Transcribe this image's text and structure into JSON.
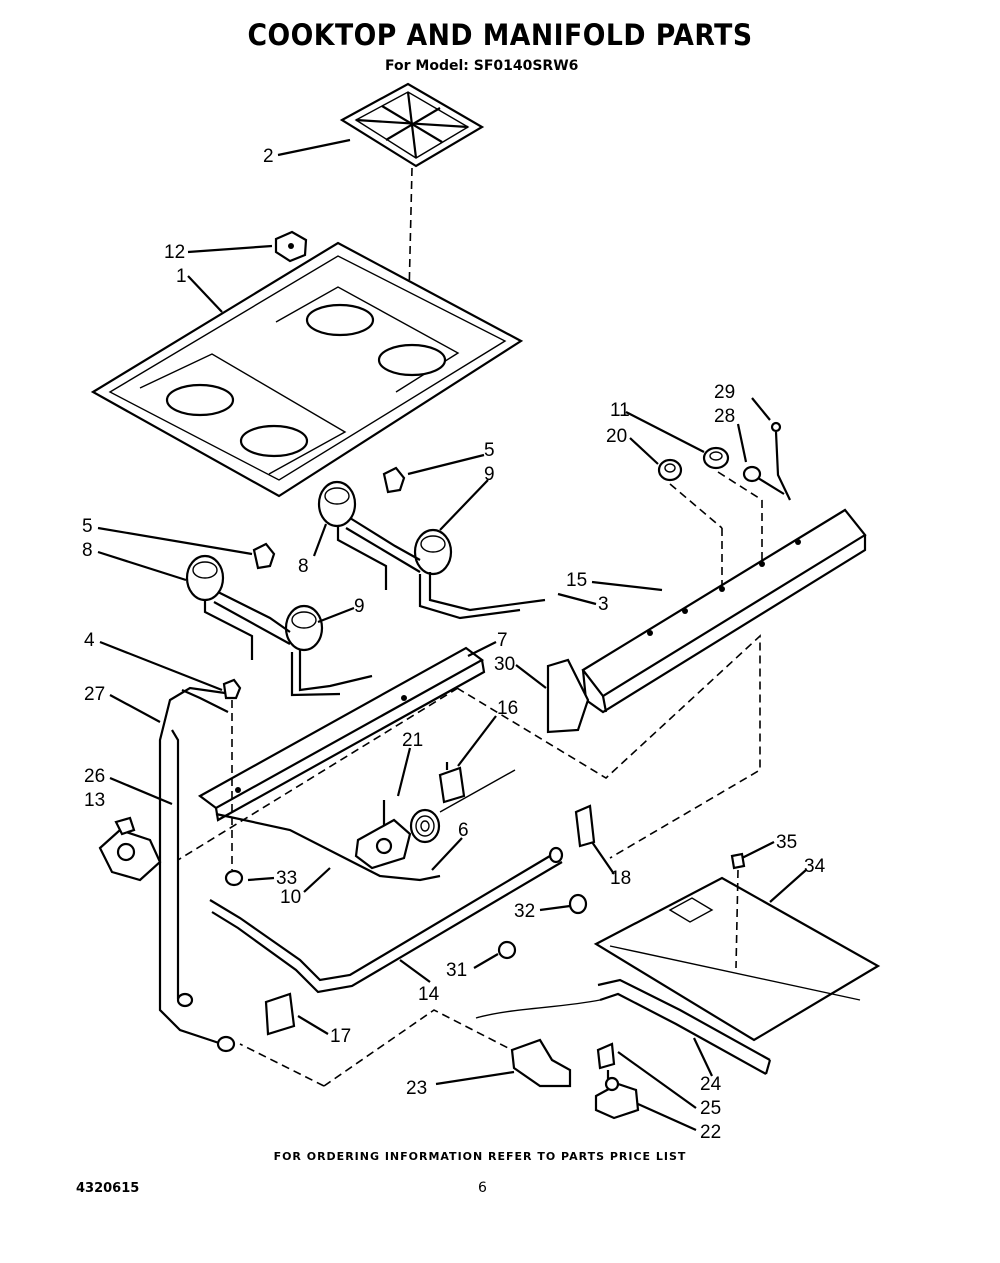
{
  "header": {
    "title": "COOKTOP AND MANIFOLD PARTS",
    "model_line": "For Model: SF0140SRW6"
  },
  "callouts": [
    {
      "id": "c2",
      "text": "2"
    },
    {
      "id": "c12",
      "text": "12"
    },
    {
      "id": "c1",
      "text": "1"
    },
    {
      "id": "c29",
      "text": "29"
    },
    {
      "id": "c28",
      "text": "28"
    },
    {
      "id": "c11",
      "text": "11"
    },
    {
      "id": "c20",
      "text": "20"
    },
    {
      "id": "c5a",
      "text": "5"
    },
    {
      "id": "c9a",
      "text": "9"
    },
    {
      "id": "c5b",
      "text": "5"
    },
    {
      "id": "c8a",
      "text": "8"
    },
    {
      "id": "c8b",
      "text": "8"
    },
    {
      "id": "c15",
      "text": "15"
    },
    {
      "id": "c3",
      "text": "3"
    },
    {
      "id": "c9b",
      "text": "9"
    },
    {
      "id": "c4",
      "text": "4"
    },
    {
      "id": "c7",
      "text": "7"
    },
    {
      "id": "c30",
      "text": "30"
    },
    {
      "id": "c27",
      "text": "27"
    },
    {
      "id": "c16",
      "text": "16"
    },
    {
      "id": "c26",
      "text": "26"
    },
    {
      "id": "c13",
      "text": "13"
    },
    {
      "id": "c21",
      "text": "21"
    },
    {
      "id": "c6",
      "text": "6"
    },
    {
      "id": "c35",
      "text": "35"
    },
    {
      "id": "c34",
      "text": "34"
    },
    {
      "id": "c33",
      "text": "33"
    },
    {
      "id": "c10",
      "text": "10"
    },
    {
      "id": "c18",
      "text": "18"
    },
    {
      "id": "c32",
      "text": "32"
    },
    {
      "id": "c31",
      "text": "31"
    },
    {
      "id": "c14",
      "text": "14"
    },
    {
      "id": "c17",
      "text": "17"
    },
    {
      "id": "c24",
      "text": "24"
    },
    {
      "id": "c23",
      "text": "23"
    },
    {
      "id": "c25",
      "text": "25"
    },
    {
      "id": "c22",
      "text": "22"
    }
  ],
  "footer": {
    "ordering_note": "FOR ORDERING INFORMATION REFER TO PARTS PRICE LIST",
    "doc_number": "4320615",
    "page_number": "6"
  }
}
